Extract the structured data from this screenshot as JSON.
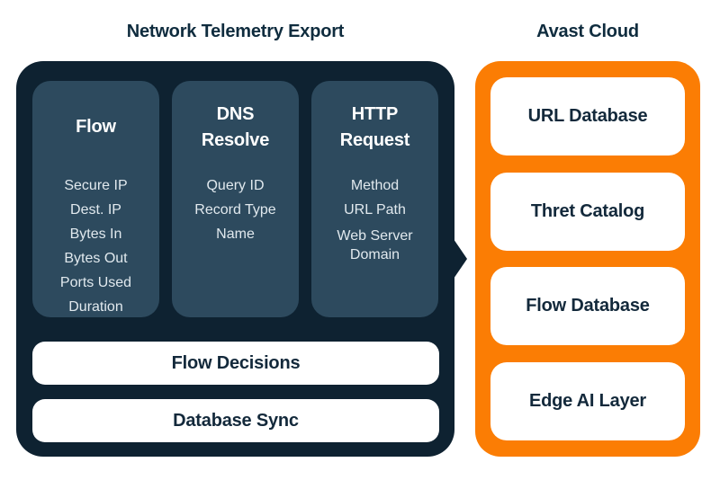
{
  "titles": {
    "telemetry": "Network Telemetry Export",
    "cloud": "Avast Cloud"
  },
  "telemetry_panel": {
    "columns": [
      {
        "title": "Flow",
        "items": [
          "Secure IP",
          "Dest. IP",
          "Bytes In",
          "Bytes Out",
          "Ports Used",
          "Duration"
        ]
      },
      {
        "title": "DNS Resolve",
        "items": [
          "Query ID",
          "Record Type",
          "Name"
        ]
      },
      {
        "title": "HTTP Request",
        "items": [
          "Method",
          "URL Path",
          "Web Server Domain"
        ]
      }
    ],
    "bars": [
      {
        "label": "Flow Decisions"
      },
      {
        "label": "Database Sync"
      }
    ]
  },
  "cloud_panel": {
    "boxes": [
      {
        "label": "URL Database"
      },
      {
        "label": "Thret Catalog"
      },
      {
        "label": "Flow Database"
      },
      {
        "label": "Edge AI Layer"
      }
    ]
  },
  "colors": {
    "panel_navy": "#0e2231",
    "column_slate": "#2d4a5e",
    "cloud_orange": "#fb7d04",
    "text_navy": "#13293b",
    "item_text": "#e1e9ee",
    "box_white": "#ffffff"
  }
}
